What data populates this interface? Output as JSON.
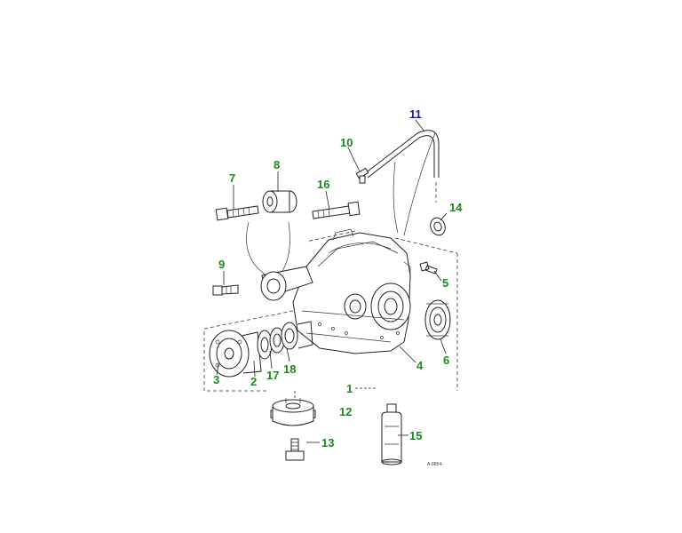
{
  "colors": {
    "callout": "#1a8a1a",
    "callout_accent": "#1a1aa8",
    "line": "#222222"
  },
  "diagram": {
    "callouts": [
      {
        "id": "1",
        "label": "1",
        "accent": false
      },
      {
        "id": "2",
        "label": "2",
        "accent": false
      },
      {
        "id": "3",
        "label": "3",
        "accent": false
      },
      {
        "id": "4",
        "label": "4",
        "accent": false
      },
      {
        "id": "5",
        "label": "5",
        "accent": false
      },
      {
        "id": "6",
        "label": "6",
        "accent": false
      },
      {
        "id": "7",
        "label": "7",
        "accent": false
      },
      {
        "id": "8",
        "label": "8",
        "accent": false
      },
      {
        "id": "9",
        "label": "9",
        "accent": false
      },
      {
        "id": "10",
        "label": "10",
        "accent": false
      },
      {
        "id": "11",
        "label": "11",
        "accent": true
      },
      {
        "id": "12",
        "label": "12",
        "accent": false
      },
      {
        "id": "13",
        "label": "13",
        "accent": false
      },
      {
        "id": "14",
        "label": "14",
        "accent": false
      },
      {
        "id": "15",
        "label": "15",
        "accent": false
      },
      {
        "id": "16",
        "label": "16",
        "accent": false
      },
      {
        "id": "17",
        "label": "17",
        "accent": false
      },
      {
        "id": "18",
        "label": "18",
        "accent": false
      }
    ],
    "reference_code": "A-8854-"
  }
}
